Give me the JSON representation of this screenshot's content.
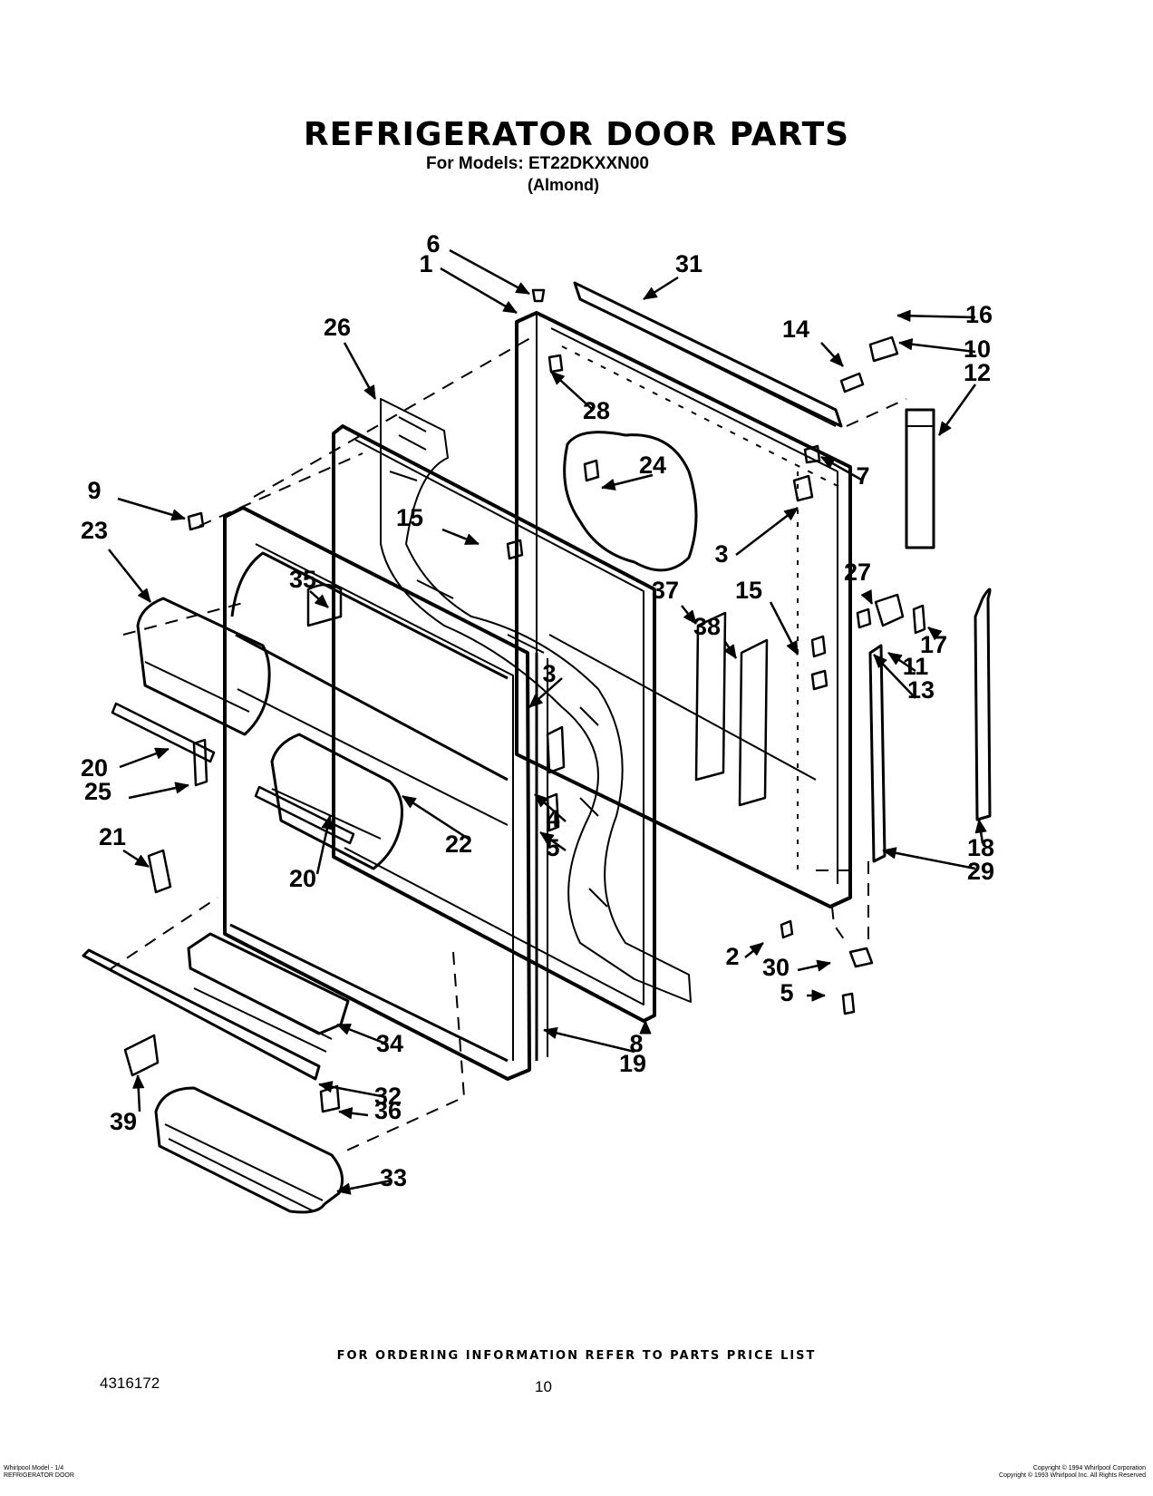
{
  "header": {
    "title": "REFRIGERATOR DOOR PARTS",
    "models_line": "For Models: ET22DKXXN00",
    "variant": "(Almond)"
  },
  "callouts": [
    "1",
    "2",
    "3",
    "3",
    "4",
    "5",
    "5",
    "6",
    "7",
    "8",
    "9",
    "10",
    "11",
    "12",
    "13",
    "14",
    "15",
    "15",
    "16",
    "17",
    "18",
    "19",
    "20",
    "20",
    "21",
    "22",
    "23",
    "24",
    "25",
    "26",
    "27",
    "28",
    "29",
    "30",
    "31",
    "32",
    "33",
    "34",
    "35",
    "36",
    "37",
    "38",
    "39"
  ],
  "footer": {
    "note": "FOR ORDERING INFORMATION REFER TO PARTS PRICE LIST",
    "doc_number": "4316172",
    "page_number": "10",
    "small_left": [
      "Whirlpool Model - 1/4",
      "REFRIGERATOR DOOR"
    ],
    "small_right": [
      "Copyright © 1994 Whirlpool Corporation",
      "Copyright © 1993 Whirlpool Inc. All Rights Reserved"
    ]
  }
}
